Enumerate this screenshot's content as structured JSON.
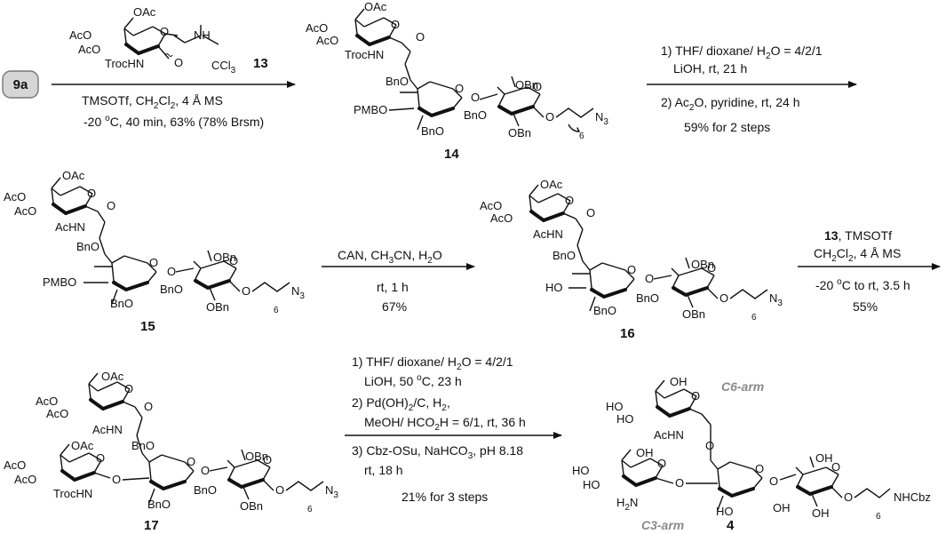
{
  "start_label": "9a",
  "donor_number": "13",
  "compounds": {
    "c14": "14",
    "c15": "15",
    "c16": "16",
    "c17": "17",
    "c4": "4"
  },
  "arms": {
    "c6": "C6-arm",
    "c3": "C3-arm"
  },
  "atom_labels": {
    "OAc": "OAc",
    "AcO": "AcO",
    "TrocHN": "TrocHN",
    "AcHN": "AcHN",
    "BnO": "BnO",
    "OBn": "OBn",
    "Bn": "Bn",
    "PMBO": "PMBO",
    "HO": "HO",
    "OH": "OH",
    "H2N": "H",
    "H2N_sub": "2",
    "H2N_tail": "N",
    "NH": "NH",
    "CCl3": "CCl",
    "CCl3_sub": "3",
    "N3": "N",
    "N3_sub": "3",
    "NHCbz": "NHCbz",
    "O": "O",
    "six": "6"
  },
  "steps": {
    "s1": {
      "line1": "TMSOTf, CH",
      "line1b": "Cl",
      "line1c": ", 4 Å MS",
      "line2": "-20 ",
      "line2b": "C, 40 min, 63% (78% Brsm)",
      "sub": "2",
      "sup": "o"
    },
    "s2": {
      "line1": "1) THF/ dioxane/ H",
      "line1b": "O = 4/2/1",
      "line2": "LiOH, rt, 21 h",
      "line3": "2) Ac",
      "line3b": "O, pyridine, rt, 24 h",
      "line4": "59% for 2 steps",
      "sub": "2"
    },
    "s3": {
      "line1": "CAN, CH",
      "line1b": "CN, H",
      "line1c": "O",
      "line2": "rt, 1 h",
      "line3": "67%",
      "sub": "3",
      "sub2": "2"
    },
    "s4": {
      "line1a": "13",
      "line1": ", TMSOTf",
      "line2": "CH",
      "line2b": "Cl",
      "line2c": ", 4 Å MS",
      "line3": "-20 ",
      "line3b": "C to rt, 3.5 h",
      "line4": "55%",
      "sub": "2",
      "sup": "o"
    },
    "s5": {
      "line1": "1) THF/ dioxane/ H",
      "line1b": "O = 4/2/1",
      "line2": "LiOH, 50 ",
      "line2b": "C, 23 h",
      "line3": "2) Pd(OH)",
      "line3b": "/C, H",
      "line3c": ",",
      "line4": "MeOH/ HCO",
      "line4b": "H = 6/1, rt, 36 h",
      "line5": "3) Cbz-OSu, NaHCO",
      "line5b": ", pH 8.18",
      "line6": "rt, 18 h",
      "line7": "21% for 3 steps",
      "sub": "2",
      "sub3": "3",
      "sup": "o"
    }
  }
}
